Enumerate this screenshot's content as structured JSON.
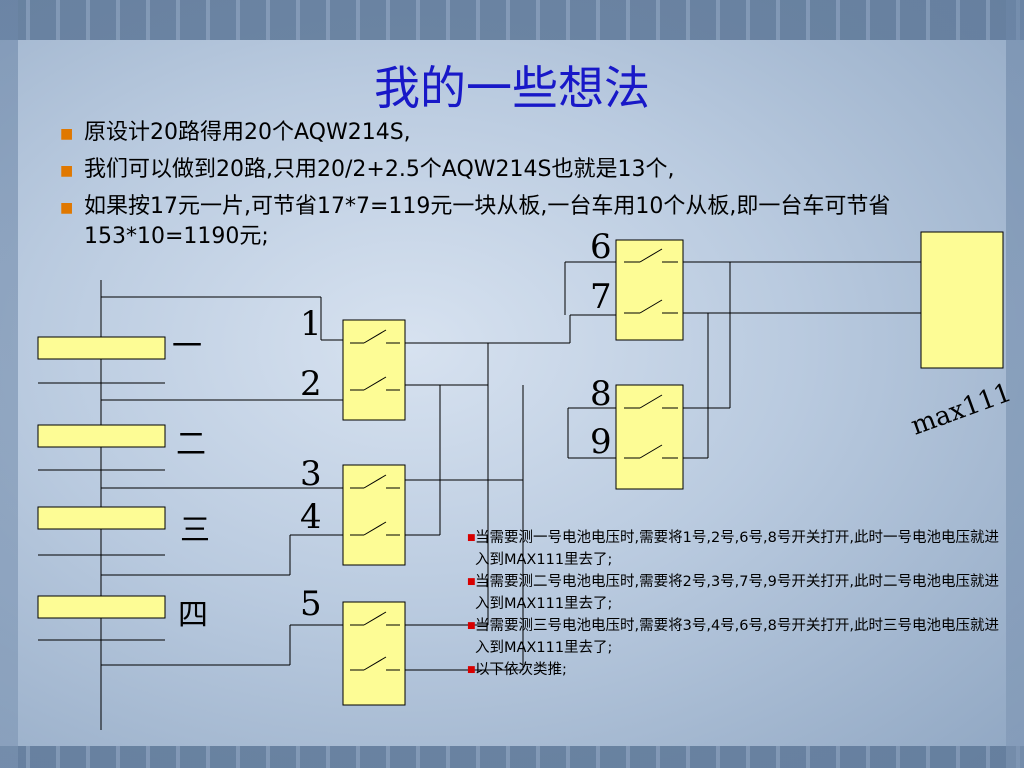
{
  "title": "我的一些想法",
  "bullets": [
    "原设计20路得用20个AQW214S,",
    "我们可以做到20路,只用20/2+2.5个AQW214S也就是13个,",
    "如果按17元一片,可节省17*7=119元一块从板,一台车用10个从板,即一台车可节省153*10=1190元;"
  ],
  "diagram": {
    "battery_labels": [
      "一",
      "二",
      "三",
      "四"
    ],
    "switch_numbers": [
      "1",
      "2",
      "3",
      "4",
      "5",
      "6",
      "7",
      "8",
      "9"
    ],
    "chip_label": "max111"
  },
  "notes": [
    "当需要测一号电池电压时,需要将1号,2号,6号,8号开关打开,此时一号电池电压就进入到MAX111里去了;",
    "当需要测二号电池电压时,需要将2号,3号,7号,9号开关打开,此时二号电池电压就进入到MAX111里去了;",
    "当需要测三号电池电压时,需要将3号,4号,6号,8号开关打开,此时三号电池电压就进入到MAX111里去了;",
    "以下依次类推;"
  ],
  "colors": {
    "title": "#1818c8",
    "bullet_marker": "#e07800",
    "note_marker": "#d80000",
    "component_fill": "#fdfc95"
  }
}
